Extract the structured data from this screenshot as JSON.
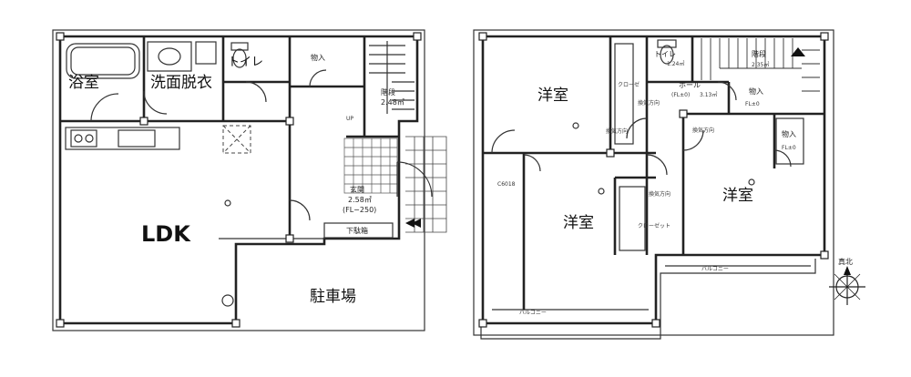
{
  "floor1": {
    "bath": "浴室",
    "washroom": "洗面脱衣",
    "toilet": "トイレ",
    "storage": "物入",
    "stairs": "階段",
    "stairs_size": "2.48㎡",
    "up": "UP",
    "ldk": "LDK",
    "entrance": "玄関",
    "entrance_size": "2.58㎡",
    "entrance_fl": "(FL−250)",
    "shoe_cabinet": "下駄箱",
    "parking": "駐車場"
  },
  "floor2": {
    "western1": "洋室",
    "western2": "洋室",
    "western3": "洋室",
    "toilet": "トイレ",
    "toilet_size": "1.24㎡",
    "closet1": "クローゼ",
    "closet2": "クローゼット",
    "hall": "ホール",
    "hall_fl": "(FL±0)",
    "hall_size": "3.13㎡",
    "stairs": "階段",
    "stairs_size": "2.35㎡",
    "storage1": "物入",
    "storage1_fl": "FL±0",
    "storage2": "物入",
    "storage2_fl": "FL±0",
    "vent1": "換気方向",
    "vent2": "換気方向",
    "vent3": "換気方向",
    "vent4": "換気方向",
    "balcony1": "バルコニー",
    "balcony2": "バルコニー",
    "code": "C6018",
    "true_north": "真北"
  },
  "colors": {
    "line": "#222222",
    "tile": "#555555"
  }
}
